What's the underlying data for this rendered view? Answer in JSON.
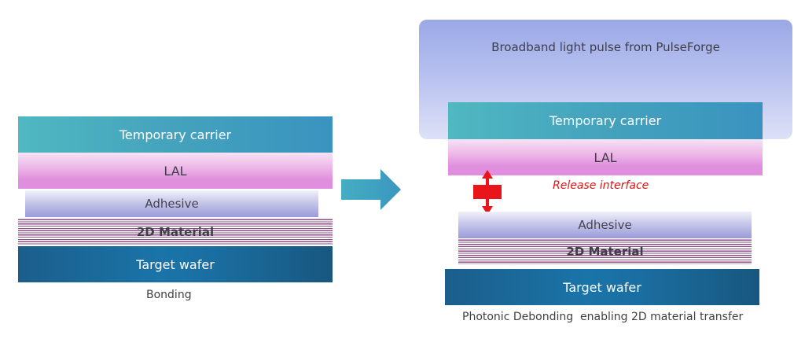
{
  "left_panel": {
    "layers": {
      "temporary_carrier": "Temporary carrier",
      "lal": "LAL",
      "adhesive": "Adhesive",
      "material_2d": "2D Material",
      "target_wafer": "Target wafer"
    },
    "caption": "Bonding"
  },
  "arrow": {
    "icon": "right-arrow-icon",
    "color": "#3fa6c0"
  },
  "right_panel": {
    "light_pulse_label": "Broadband light pulse from PulseForge",
    "layers": {
      "temporary_carrier": "Temporary carrier",
      "lal": "LAL",
      "adhesive": "Adhesive",
      "material_2d": "2D Material",
      "target_wafer": "Target wafer"
    },
    "release_label": "Release interface",
    "release_icon": "double-headed-vertical-arrow-icon",
    "release_color": "#e8151b",
    "caption": "Photonic Debonding  enabling 2D material transfer"
  }
}
